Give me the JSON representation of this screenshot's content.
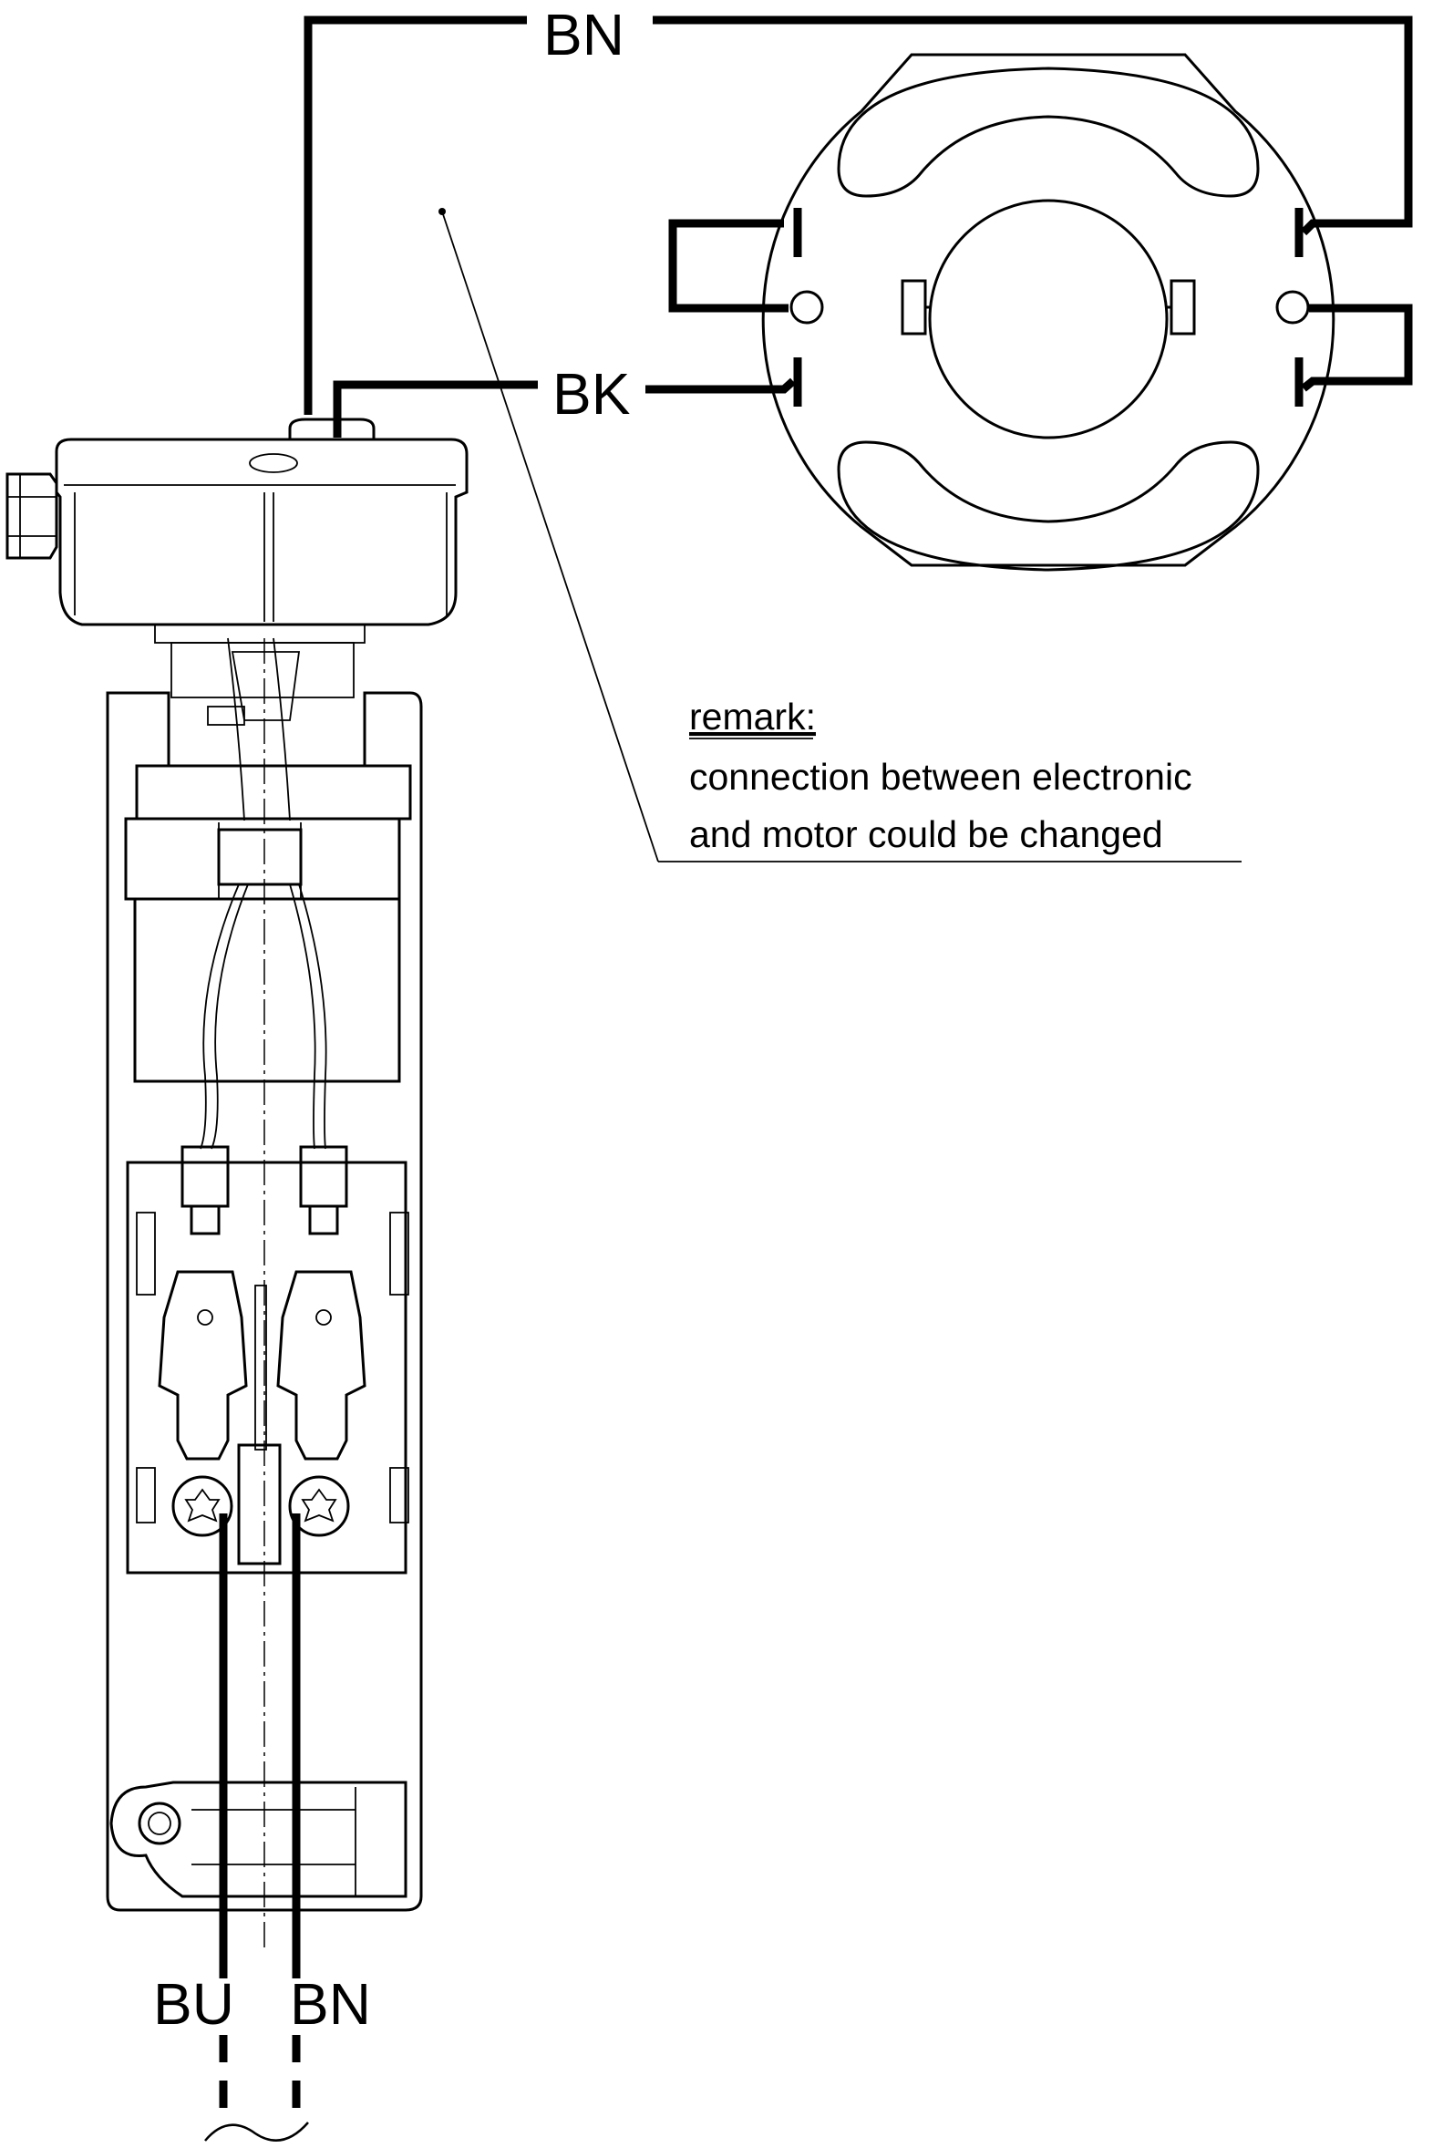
{
  "labels": {
    "motor_wire_top": "BN",
    "motor_wire_middle": "BK",
    "supply_left": "BU",
    "supply_right": "BN"
  },
  "remark": {
    "heading": "remark:",
    "line1": "connection between electronic",
    "line2": "and motor could be changed"
  },
  "colors": {
    "ink": "#000000",
    "background": "#ffffff"
  }
}
